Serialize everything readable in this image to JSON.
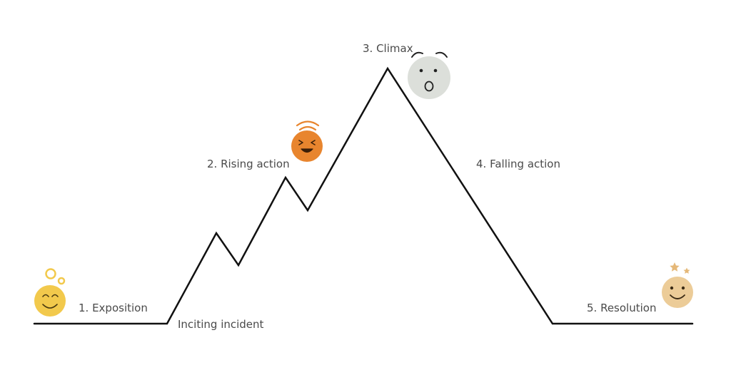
{
  "labels": {
    "exposition": "1. Exposition",
    "inciting_incident": "Inciting incident",
    "rising_action": "2. Rising action",
    "climax": "3. Climax",
    "falling_action": "4. Falling action",
    "resolution": "5. Resolution"
  },
  "faces": {
    "exposition": "content-face-icon",
    "rising_action": "laughing-face-icon",
    "climax": "surprised-face-icon",
    "resolution": "smiling-face-icon"
  },
  "colors": {
    "line": "#111111",
    "text": "#4a4a4a",
    "exposition_face": "#f2c94c",
    "rising_action_face": "#e8852e",
    "climax_face": "#dcdfda",
    "resolution_face": "#eccc98"
  }
}
